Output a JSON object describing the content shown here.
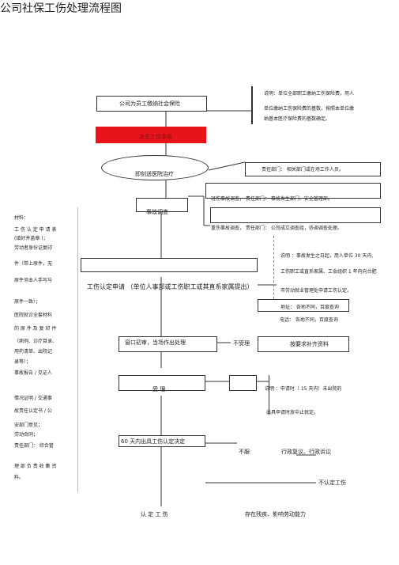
{
  "title": "公司社保工伤处理流程图",
  "flow": {
    "box1": "公司为员工缴纳社会保险",
    "red_box": "发生工伤事故",
    "ellipse": "即刻送医院治疗",
    "accident_investigation": "事故调查",
    "application": "工伤认定申请 （单位人事部或工伤职工或其直系家属提出）",
    "window_acceptance": "窗口初审，当场作出处理",
    "not_accepted": "不受理",
    "supplement": "按要求补齐资料",
    "accept": "受 理",
    "decision_60": "60 天内出具工伤认定决定",
    "refuse": "不服",
    "review": "行政复议、行政诉讼",
    "not_recognized": "不认定工伤",
    "recognized": "认 定 工 伤",
    "ability": "存在残疾、影响劳动能力"
  },
  "notes": {
    "insurance_1": "说明：单位全部职工缴纳工伤保险费，用人",
    "insurance_2": "单位缴纳工伤保险费的基数，按照本单位缴",
    "insurance_3": "纳基本医疗保险费的基数确定。",
    "responsible": "责任部门：   相关部门或在场工作人员。",
    "minor": "轻伤事故调查，    责任部门：  事故发生部门、安全管理部。",
    "serious": "重伤事故调查，    责任部门：  公司成立调查组，协调调查处理。",
    "app_1": "说明 ：事故发生之日起，用人单位    30 天内,",
    "app_2": "工伤职工或直系家属、工会组织     1 年内向台肥",
    "app_3": "市劳动就业管理处申请工伤认定。",
    "address": "地址：   各地不同，百度查询",
    "phone": "电话：  各地不同，百度查询",
    "time_1": "说明 ：申请时（    15 天内）未出院的",
    "time_2": "出具申请时放中止就定。"
  },
  "sidebar": [
    "材料：",
    "工 伤 认 定 申 请 表",
    "(填好并盖章  )；",
    "劳动者身份证复印",
    "件（带上原件，无",
    "原件须本人手写与",
    "原件一致）；",
    "医院就诊全套材料",
    "的 原 件 及 复 印 件",
    "（病例、诊疗目录、",
    "用药清单、出院记",
    "录等）；",
    "事故报告  / 见证人",
    "情况证明  / 交通事",
    "故责任认定书    / 公",
    "安部门意见；",
    "劳动合同；",
    "责任部门：   综合管",
    "理 部 负 责 收 集 资",
    "料。"
  ],
  "colors": {
    "accent_red": "#e8141b",
    "line": "#333333"
  }
}
